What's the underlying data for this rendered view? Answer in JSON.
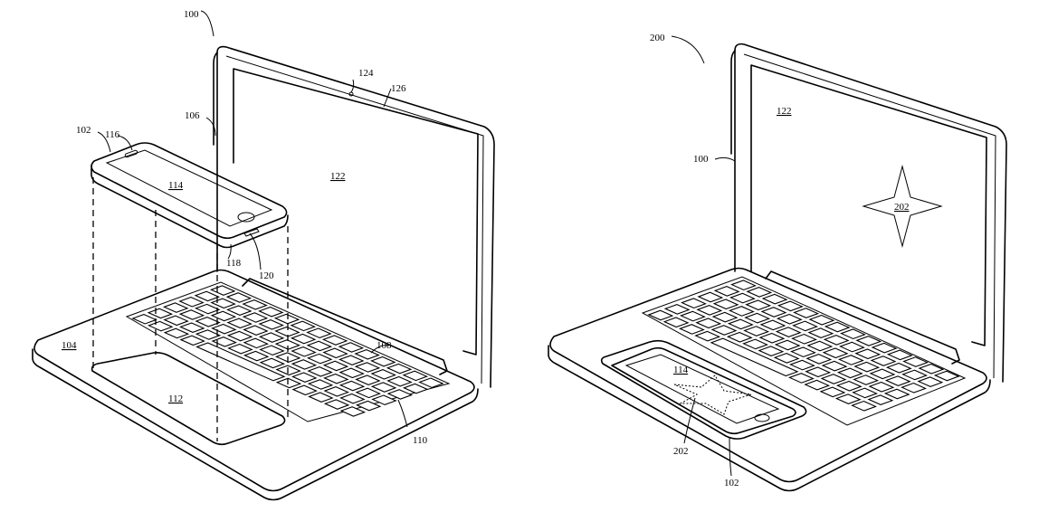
{
  "figures": [
    {
      "id": "fig-left",
      "ref": "100",
      "labels": {
        "device": "100",
        "camera": "124",
        "bezel": "126",
        "lid": "106",
        "phone": "102",
        "speaker": "116",
        "phone_screen": "114",
        "display": "122",
        "home_button": "118",
        "port": "120",
        "base": "104",
        "keyboard": "108",
        "trackpad": "112",
        "base_edge": "110"
      }
    },
    {
      "id": "fig-right",
      "ref": "200",
      "labels": {
        "system": "200",
        "display": "122",
        "laptop": "100",
        "star_display": "202",
        "phone_screen": "114",
        "star_phone": "202",
        "phone": "102"
      }
    }
  ]
}
